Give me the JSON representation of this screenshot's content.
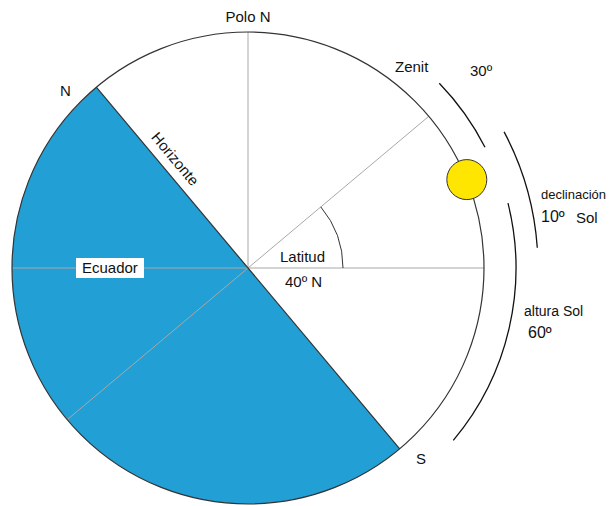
{
  "diagram": {
    "nodes": [
      {
        "text": [
          "Ecuador"
        ]
      }
    ],
    "labels": [
      "Polo N",
      "N",
      "Horizonte",
      "Zenit",
      "30º",
      "declinación",
      "10º",
      "Sol",
      "Latitud",
      "40º N",
      "altura Sol",
      "60º",
      "S"
    ]
  }
}
